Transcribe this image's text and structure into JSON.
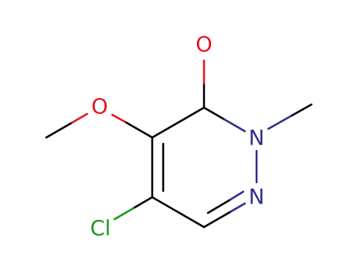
{
  "molecule": {
    "atoms": {
      "oxygen_carbonyl": "O",
      "oxygen_methoxy": "O",
      "nitrogen_1": "N",
      "nitrogen_2": "N",
      "chlorine": "Cl"
    },
    "colors": {
      "carbon": "#000000",
      "oxygen": "#e8141e",
      "nitrogen": "#30308c",
      "chlorine": "#1e961e"
    }
  }
}
